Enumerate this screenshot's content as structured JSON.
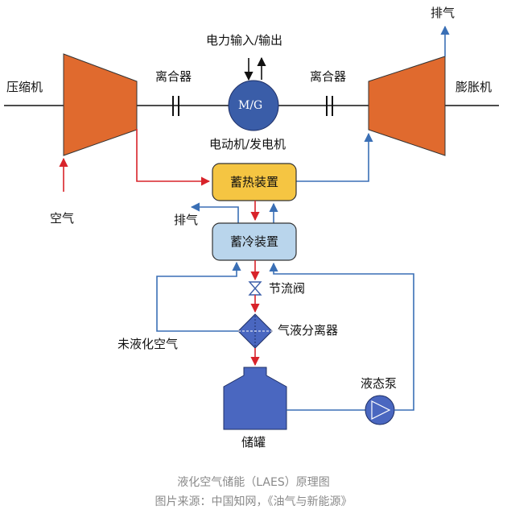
{
  "labels": {
    "compressor": "压缩机",
    "clutch_left": "离合器",
    "power_io": "电力输入/输出",
    "clutch_right": "离合器",
    "exhaust_top": "排气",
    "expander": "膨胀机",
    "mg": "M/G",
    "motor_generator": "电动机/发电机",
    "air": "空气",
    "heat_storage": "蓄热装置",
    "exhaust_mid": "排气",
    "cold_storage": "蓄冷装置",
    "throttle_valve": "节流阀",
    "separator": "气液分离器",
    "unliquefied_air": "未液化空气",
    "liquid_pump": "液态泵",
    "storage_tank": "储罐"
  },
  "caption": {
    "line1": "液化空气储能（LAES）原理图",
    "line2": "图片来源：中国知网，《油气与新能源》"
  },
  "colors": {
    "turbine": "#e06a2e",
    "heat_box": "#f5c542",
    "cold_box": "#b9d5ec",
    "mg_circle": "#3a5da8",
    "tank": "#4a67c0",
    "red_flow": "#d8232a",
    "blue_flow": "#3a6fb5"
  }
}
